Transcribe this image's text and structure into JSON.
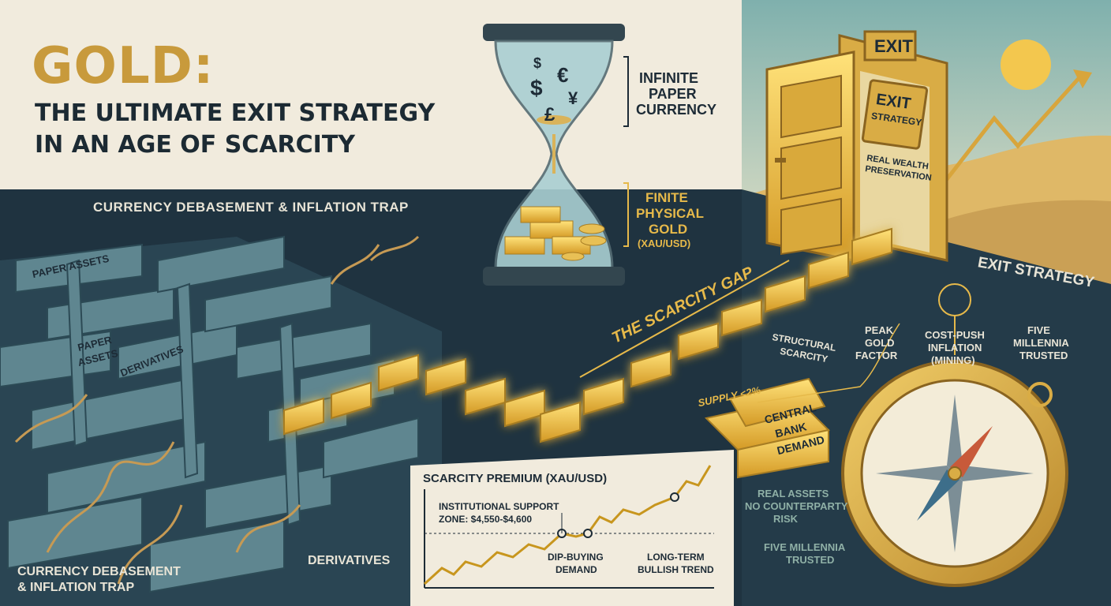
{
  "title": {
    "main": "GOLD:",
    "line1": "THE ULTIMATE EXIT STRATEGY",
    "line2": "IN AN AGE OF SCARCITY"
  },
  "hourglass": {
    "top_label_1": "INFINITE",
    "top_label_2": "PAPER",
    "top_label_3": "CURRENCY",
    "bottom_label_1": "FINITE",
    "bottom_label_2": "PHYSICAL",
    "bottom_label_3": "GOLD",
    "bottom_label_4": "(XAU/USD)",
    "symbols": [
      "$",
      "€",
      "$",
      "¥",
      "£"
    ]
  },
  "door": {
    "exit_sign": "EXIT",
    "panel_1": "EXIT",
    "panel_2": "STRATEGY",
    "tagline_1": "REAL WEALTH",
    "tagline_2": "PRESERVATION"
  },
  "maze": {
    "heading": "CURRENCY DEBASEMENT & INFLATION TRAP",
    "labels": [
      "PAPER ASSETS",
      "PAPER",
      "ASSETS",
      "DERIVATIVES"
    ],
    "footer_1": "CURRENCY DEBASEMENT",
    "footer_2": "& INFLATION TRAP",
    "derivatives_footer": "DERIVATIVES"
  },
  "path": {
    "gap_label": "THE SCARCITY GAP",
    "exit_strategy": "EXIT STRATEGY"
  },
  "bars": {
    "structural_1": "STRUCTURAL",
    "structural_2": "SCARCITY",
    "supply": "SUPPLY <2%",
    "bank_1": "CENTRAL",
    "bank_2": "BANK",
    "bank_3": "DEMAND"
  },
  "compass": {
    "peak_1": "PEAK",
    "peak_2": "GOLD",
    "peak_3": "FACTOR",
    "cost_1": "COST-PUSH",
    "cost_2": "INFLATION",
    "cost_3": "(MINING)",
    "five_1": "FIVE",
    "five_2": "MILLENNIA",
    "five_3": "TRUSTED",
    "real_1": "REAL ASSETS",
    "real_2": "NO COUNTERPARTY",
    "real_3": "RISK",
    "trusted_1": "FIVE MILLENNIA",
    "trusted_2": "TRUSTED"
  },
  "mini_chart": {
    "title": "SCARCITY PREMIUM (XAU/USD)",
    "support_1": "INSTITUTIONAL SUPPORT",
    "support_2": "ZONE: $4,550-$4,600",
    "dip_1": "DIP-BUYING",
    "dip_2": "DEMAND",
    "trend_1": "LONG-TERM",
    "trend_2": "BULLISH TREND"
  },
  "colors": {
    "gold": "#e6b94a",
    "gold_dark": "#b88a2a",
    "navy": "#1f3340",
    "cream": "#f1ebdd",
    "maze_wall": "#5f8690"
  }
}
